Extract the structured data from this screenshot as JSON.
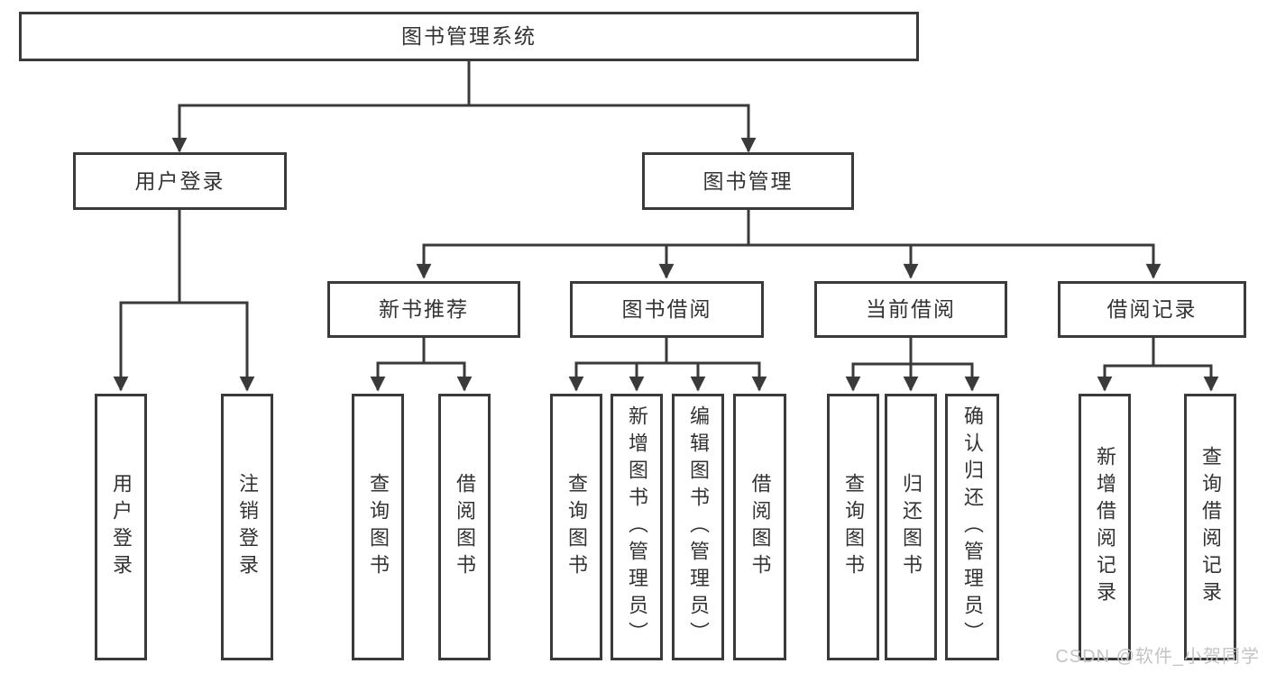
{
  "tree": {
    "root": {
      "label": "图书管理系统"
    },
    "children": [
      {
        "label": "用户登录",
        "children": [
          {
            "label": "用户登录"
          },
          {
            "label": "注销登录"
          }
        ]
      },
      {
        "label": "图书管理",
        "children": [
          {
            "label": "新书推荐",
            "children": [
              {
                "label": "查询图书"
              },
              {
                "label": "借阅图书"
              }
            ]
          },
          {
            "label": "图书借阅",
            "children": [
              {
                "label": "查询图书"
              },
              {
                "label": "新增图书（管理员）"
              },
              {
                "label": "编辑图书（管理员）"
              },
              {
                "label": "借阅图书"
              }
            ]
          },
          {
            "label": "当前借阅",
            "children": [
              {
                "label": "查询图书"
              },
              {
                "label": "归还图书"
              },
              {
                "label": "确认归还（管理员）"
              }
            ]
          },
          {
            "label": "借阅记录",
            "children": [
              {
                "label": "新增借阅记录"
              },
              {
                "label": "查询借阅记录"
              }
            ]
          }
        ]
      }
    ]
  },
  "watermark": {
    "text": "CSDN @软件_小贺同学"
  },
  "colors": {
    "line": "#3a3a3a",
    "text": "#333333",
    "watermark": "#c4c4c4",
    "background": "#ffffff"
  }
}
